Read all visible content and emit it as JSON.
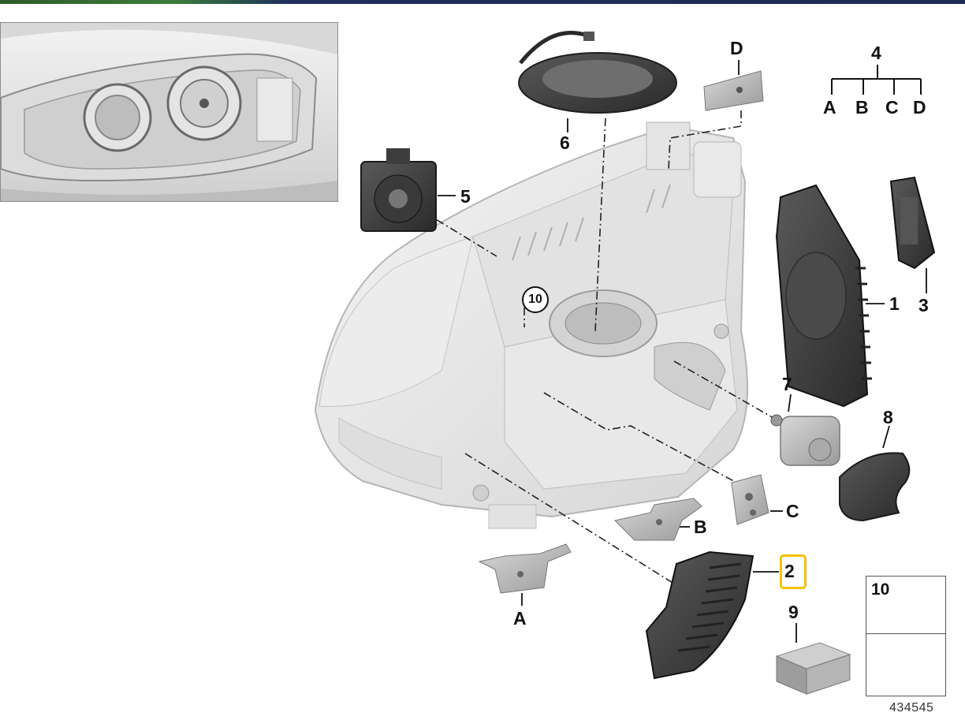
{
  "diagram": {
    "labels": {
      "part_1": "1",
      "part_2": "2",
      "part_3": "3",
      "part_4": "4",
      "part_5": "5",
      "part_6": "6",
      "part_7": "7",
      "part_8": "8",
      "part_9": "9",
      "part_10": "10",
      "bracket_a": "A",
      "bracket_b": "B",
      "bracket_c": "C",
      "bracket_d": "D"
    },
    "tree": {
      "root": "4",
      "children": [
        "A",
        "B",
        "C",
        "D"
      ]
    },
    "legend_box_label": "10",
    "reference_number": "434545",
    "highlighted_part": "2",
    "colors": {
      "highlight": "#f2c200",
      "part_dark": "#3a3a3a",
      "housing": "#e6e6e6",
      "line": "#222222"
    }
  }
}
